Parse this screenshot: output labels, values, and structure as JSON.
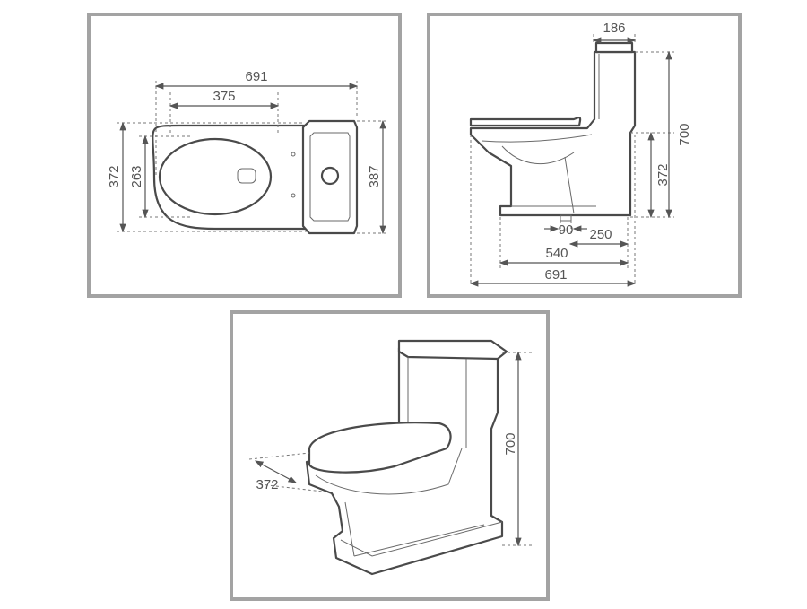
{
  "top_view": {
    "width_total": "691",
    "bowl_length": "375",
    "width_outer": "372",
    "width_inner": "263",
    "tank_width": "387"
  },
  "side_view": {
    "tank_depth": "186",
    "height_total": "700",
    "seat_height": "372",
    "outlet_diameter": "90",
    "outlet_distance": "250",
    "base_length": "540",
    "length_total": "691"
  },
  "perspective_view": {
    "width": "372",
    "height": "700"
  },
  "colors": {
    "frame": "#a3a3a3",
    "line": "#4a4a4a"
  }
}
